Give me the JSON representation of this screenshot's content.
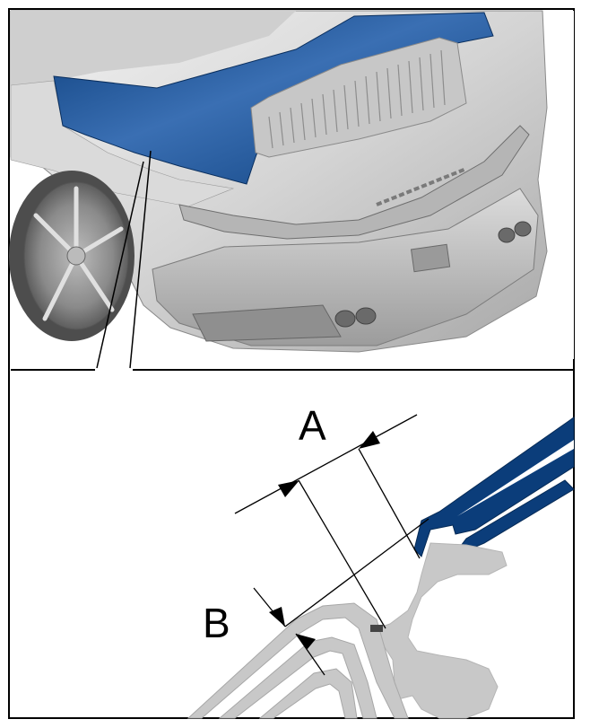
{
  "figure": {
    "labels": {
      "a": "A",
      "b": "B"
    },
    "colors": {
      "highlight_panel": "#0b3d7a",
      "highlight_panel_light": "#3a6fb3",
      "body_light": "#e6e6e6",
      "body_mid": "#c9c9c9",
      "body_dark": "#9a9a9a",
      "section_gray": "#c8c8c8",
      "frame": "#000000"
    },
    "views": {
      "top": "car-rear-view",
      "bottom": "cross-section-detail"
    }
  }
}
